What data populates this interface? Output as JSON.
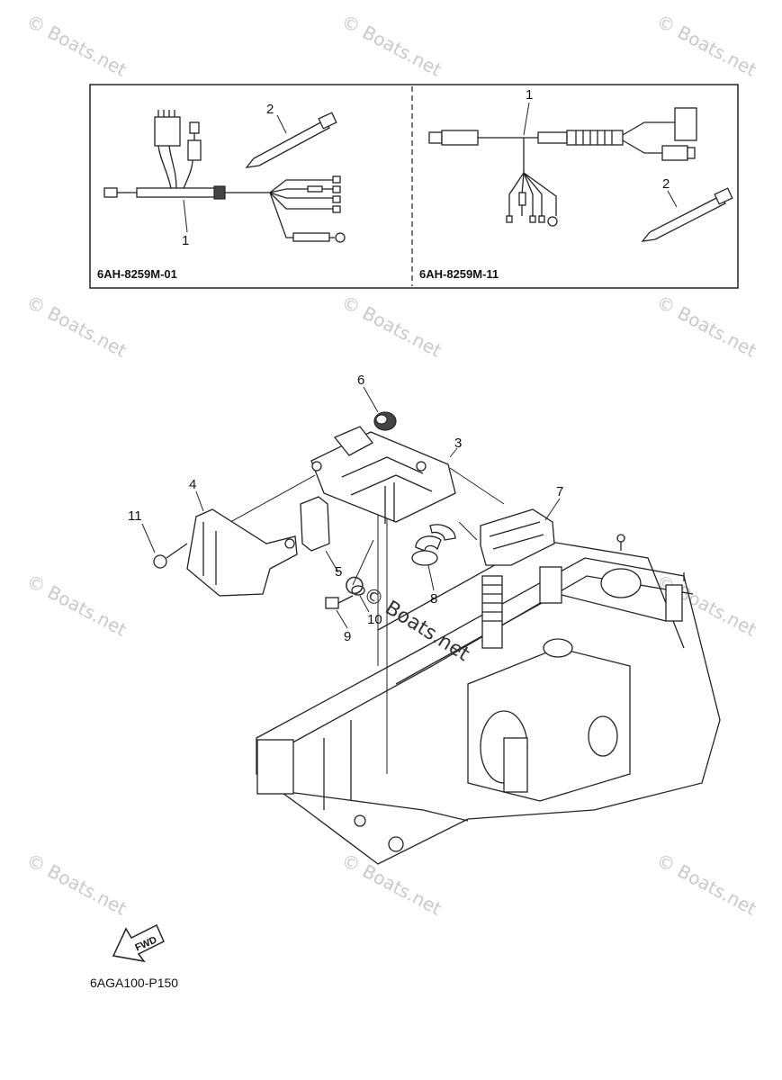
{
  "diagram": {
    "kits": [
      {
        "code": "6AH-8259M-01",
        "callouts": [
          "1",
          "2"
        ]
      },
      {
        "code": "6AH-8259M-11",
        "callouts": [
          "1",
          "2"
        ]
      }
    ],
    "callouts": [
      "3",
      "4",
      "5",
      "6",
      "7",
      "8",
      "9",
      "10",
      "11"
    ],
    "fwd_label": "FWD",
    "figure_code": "6AGA100-P150"
  },
  "watermark": {
    "text": "© Boats.net",
    "color": "#c9c9c9"
  },
  "icons": [
    "fwd-arrow-icon",
    "copyright-icon"
  ]
}
